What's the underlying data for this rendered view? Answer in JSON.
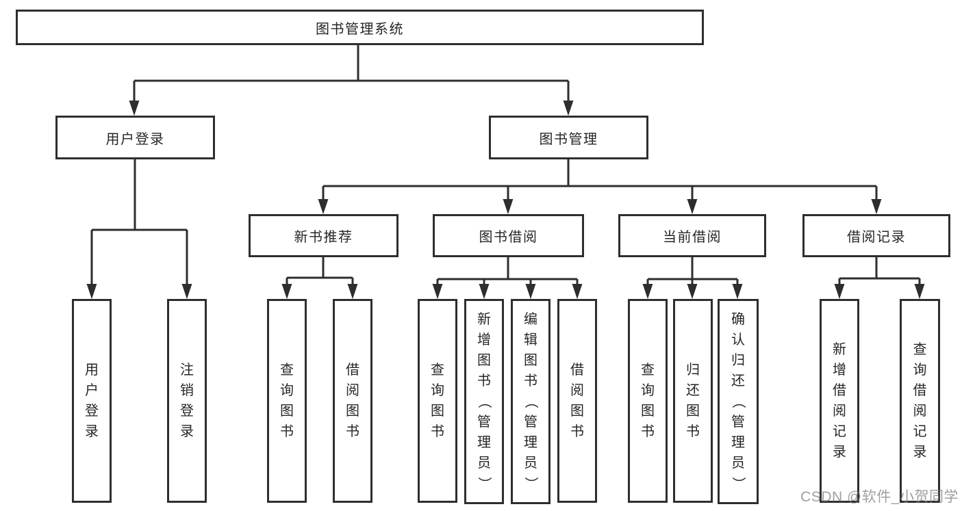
{
  "diagram": {
    "type": "hierarchy-tree",
    "line_color": "#2e2e2e",
    "box_background": "#ffffff",
    "text_color": "#262626",
    "watermark": "CSDN @软件_小贺同学",
    "tree": {
      "label": "图书管理系统",
      "children": [
        {
          "label": "用户登录",
          "children": [
            {
              "label": "用户登录"
            },
            {
              "label": "注销登录"
            }
          ]
        },
        {
          "label": "图书管理",
          "children": [
            {
              "label": "新书推荐",
              "children": [
                {
                  "label": "查询图书"
                },
                {
                  "label": "借阅图书"
                }
              ]
            },
            {
              "label": "图书借阅",
              "children": [
                {
                  "label": "查询图书"
                },
                {
                  "label": "新增图书（管理员）"
                },
                {
                  "label": "编辑图书（管理员）"
                },
                {
                  "label": "借阅图书"
                }
              ]
            },
            {
              "label": "当前借阅",
              "children": [
                {
                  "label": "查询图书"
                },
                {
                  "label": "归还图书"
                },
                {
                  "label": "确认归还（管理员）"
                }
              ]
            },
            {
              "label": "借阅记录",
              "children": [
                {
                  "label": "新增借阅记录"
                },
                {
                  "label": "查询借阅记录"
                }
              ]
            }
          ]
        }
      ]
    }
  }
}
